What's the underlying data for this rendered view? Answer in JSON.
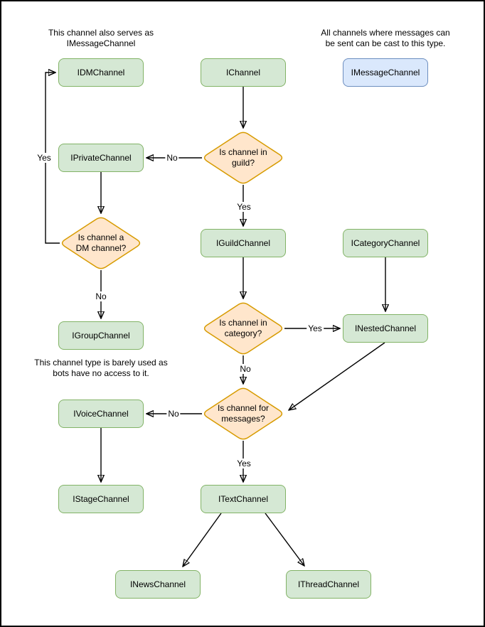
{
  "annotations": {
    "dm_note": "This channel also serves as\nIMessageChannel",
    "message_note": "All channels where messages can\nbe sent can be cast to this type.",
    "group_note": "This channel type is barely used as\nbots have no access to it."
  },
  "nodes": {
    "idm": {
      "label": "IDMChannel"
    },
    "ichannel": {
      "label": "IChannel"
    },
    "imessage": {
      "label": "IMessageChannel"
    },
    "iprivate": {
      "label": "IPrivateChannel"
    },
    "iguild": {
      "label": "IGuildChannel"
    },
    "icategory": {
      "label": "ICategoryChannel"
    },
    "inested": {
      "label": "INestedChannel"
    },
    "igroup": {
      "label": "IGroupChannel"
    },
    "ivoice": {
      "label": "IVoiceChannel"
    },
    "istage": {
      "label": "IStageChannel"
    },
    "itext": {
      "label": "ITextChannel"
    },
    "inews": {
      "label": "INewsChannel"
    },
    "ithread": {
      "label": "IThreadChannel"
    }
  },
  "decisions": {
    "in_guild": {
      "label": "Is channel in\nguild?"
    },
    "is_dm": {
      "label": "Is channel a\nDM channel?"
    },
    "in_category": {
      "label": "Is channel in\ncategory?"
    },
    "for_messages": {
      "label": "Is channel for\nmessages?"
    }
  },
  "edge_labels": {
    "guild_no": "No",
    "guild_yes": "Yes",
    "dm_yes": "Yes",
    "dm_no": "No",
    "category_yes": "Yes",
    "category_no": "No",
    "messages_no": "No",
    "messages_yes": "Yes"
  },
  "colors": {
    "channel_fill": "#d5e8d4",
    "channel_border": "#82b366",
    "message_fill": "#dae8fc",
    "message_border": "#6c8ebf",
    "decision_fill": "#ffe6cc",
    "decision_border": "#d79b00",
    "edge": "#000000"
  }
}
